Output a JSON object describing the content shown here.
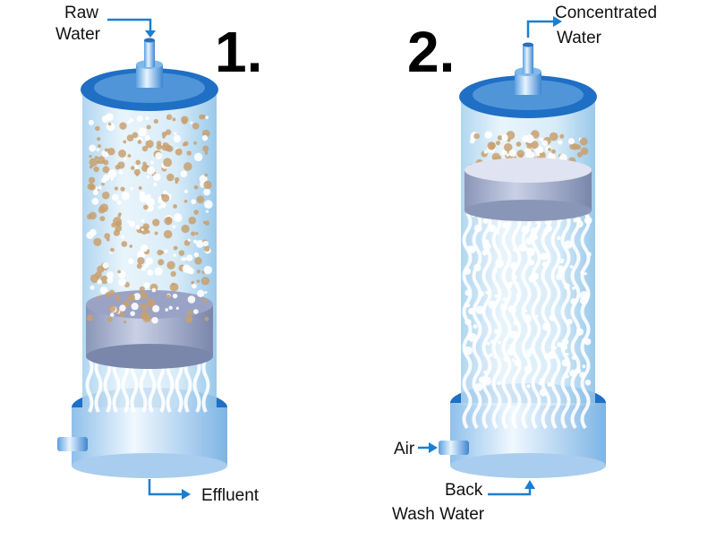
{
  "labels": {
    "raw_water_1": "Raw",
    "raw_water_2": "Water",
    "step1": "1.",
    "step2": "2.",
    "concentrated_1": "Concentrated",
    "concentrated_2": "Water",
    "effluent": "Effluent",
    "air": "Air",
    "backwash_1": "Back",
    "backwash_2": "Wash Water"
  },
  "colors": {
    "arrow": "#1a7fd0",
    "cap": "#1f6fc4",
    "glass": "#cfe6f5",
    "particle": "#c8a070"
  }
}
